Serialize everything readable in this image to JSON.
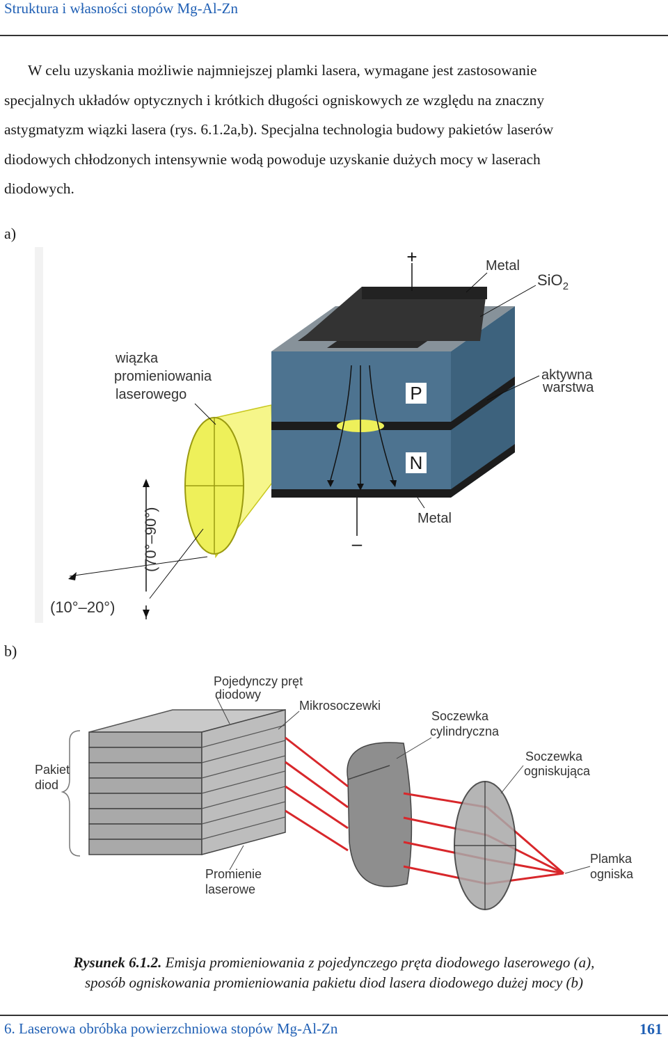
{
  "header": {
    "running_title": "Struktura i własności stopów Mg-Al-Zn"
  },
  "body": {
    "lines": [
      "W celu uzyskania możliwie najmniejszej plamki lasera, wymagane jest zastosowanie",
      "specjalnych układów optycznych i krótkich długości ogniskowych ze względu na znaczny",
      "astygmatyzm wiązki lasera (rys. 6.1.2a,b). Specjalna technologia budowy pakietów laserów",
      "diodowych chłodzonych intensywnie wodą powoduje uzyskanie dużych mocy w laserach",
      "diodowych."
    ]
  },
  "figure_a": {
    "label": "a)",
    "plus": "+",
    "minus": "–",
    "metal_top": "Metal",
    "sio2": "SiO",
    "sio2_sub": "2",
    "beam_1": "wiązka",
    "beam_2": "promieniowania",
    "beam_3": "laserowego",
    "active_1": "aktywna",
    "active_2": "warstwa",
    "p": "P",
    "n": "N",
    "metal_bottom": "Metal",
    "angle_v": "(70°–90°)",
    "angle_h": "(10°–20°)"
  },
  "figure_b": {
    "label": "b)",
    "rod_1": "Pojedynczy pręt",
    "rod_2": "diodowy",
    "micro": "Mikrosoczewki",
    "cyl_1": "Soczewka",
    "cyl_2": "cylindryczna",
    "focus_1": "Soczewka",
    "focus_2": "ogniskująca",
    "packet_1": "Pakiet",
    "packet_2": "diod",
    "spot_1": "Plamka",
    "spot_2": "ogniska",
    "beam_1": "Promienie",
    "beam_2": "laserowe"
  },
  "caption": {
    "label": "Rysunek 6.1.2.",
    "line1": "Emisja promieniowania z pojedynczego pręta diodowego laserowego (a),",
    "line2": "sposób ogniskowania promieniowania pakietu diod lasera diodowego dużej mocy (b)"
  },
  "footer": {
    "chapter": "6. Laserowa obróbka powierzchniowa stopów Mg-Al-Zn",
    "page": "161"
  },
  "colors": {
    "blue_text": "#1f5fb4",
    "block_blue": "#4d7390",
    "lens_yellow": "#eef05a",
    "ray_red": "#d8272b",
    "gray_stack": "#a9a9a9"
  }
}
